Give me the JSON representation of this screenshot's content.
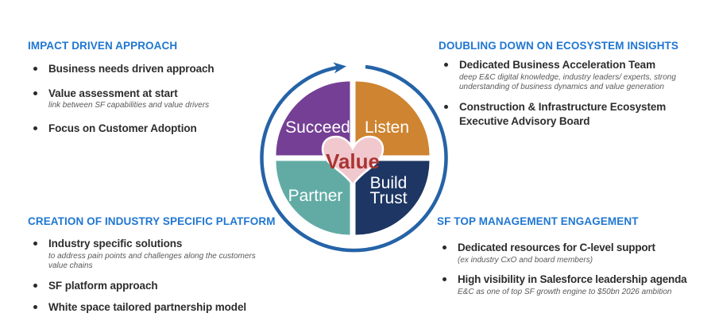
{
  "colors": {
    "heading_blue": "#1F76D2",
    "body_text": "#2d2d2d",
    "sub_text": "#595959"
  },
  "panels": [
    {
      "title": "IMPACT DRIVEN APPROACH",
      "items": [
        {
          "text": "Business needs driven approach",
          "sub": ""
        },
        {
          "text": "Value assessment at start",
          "sub": "link between SF capabilities and value drivers"
        },
        {
          "text": "Focus on Customer Adoption",
          "sub": ""
        }
      ]
    },
    {
      "title": "DOUBLING DOWN ON ECOSYSTEM INSIGHTS",
      "items": [
        {
          "text": "Dedicated Business Acceleration Team",
          "sub": "deep E&C digital knowledge, industry leaders/ experts, strong understanding of business dynamics and value generation"
        },
        {
          "text": "Construction & Infrastructure Ecosystem Executive Advisory Board",
          "sub": ""
        }
      ]
    },
    {
      "title": "CREATION OF INDUSTRY SPECIFIC PLATFORM",
      "items": [
        {
          "text": "Industry specific solutions",
          "sub": "to address pain points and challenges along the customers value chains"
        },
        {
          "text": "SF platform approach",
          "sub": ""
        },
        {
          "text": "White space tailored partnership model",
          "sub": ""
        }
      ]
    },
    {
      "title": "SF TOP MANAGEMENT ENGAGEMENT",
      "items": [
        {
          "text": "Dedicated resources for C-level support",
          "sub": "(ex industry CxO and board members)"
        },
        {
          "text": "High visibility in Salesforce leadership agenda",
          "sub": "E&C as one of top SF growth engine to $50bn 2026 ambition"
        }
      ]
    }
  ],
  "cycle": {
    "ring_color": "#2563A7",
    "quadrants": [
      {
        "label": "Succeed",
        "color": "#753F95"
      },
      {
        "label": "Listen",
        "color": "#CE8430"
      },
      {
        "label": "Build Trust",
        "color": "#1D3663",
        "lines": [
          "Build",
          "Trust"
        ]
      },
      {
        "label": "Partner",
        "color": "#62ABA5"
      }
    ],
    "heart": {
      "label": "Value",
      "fill": "#F1C8CE",
      "text_color": "#A93532"
    }
  }
}
